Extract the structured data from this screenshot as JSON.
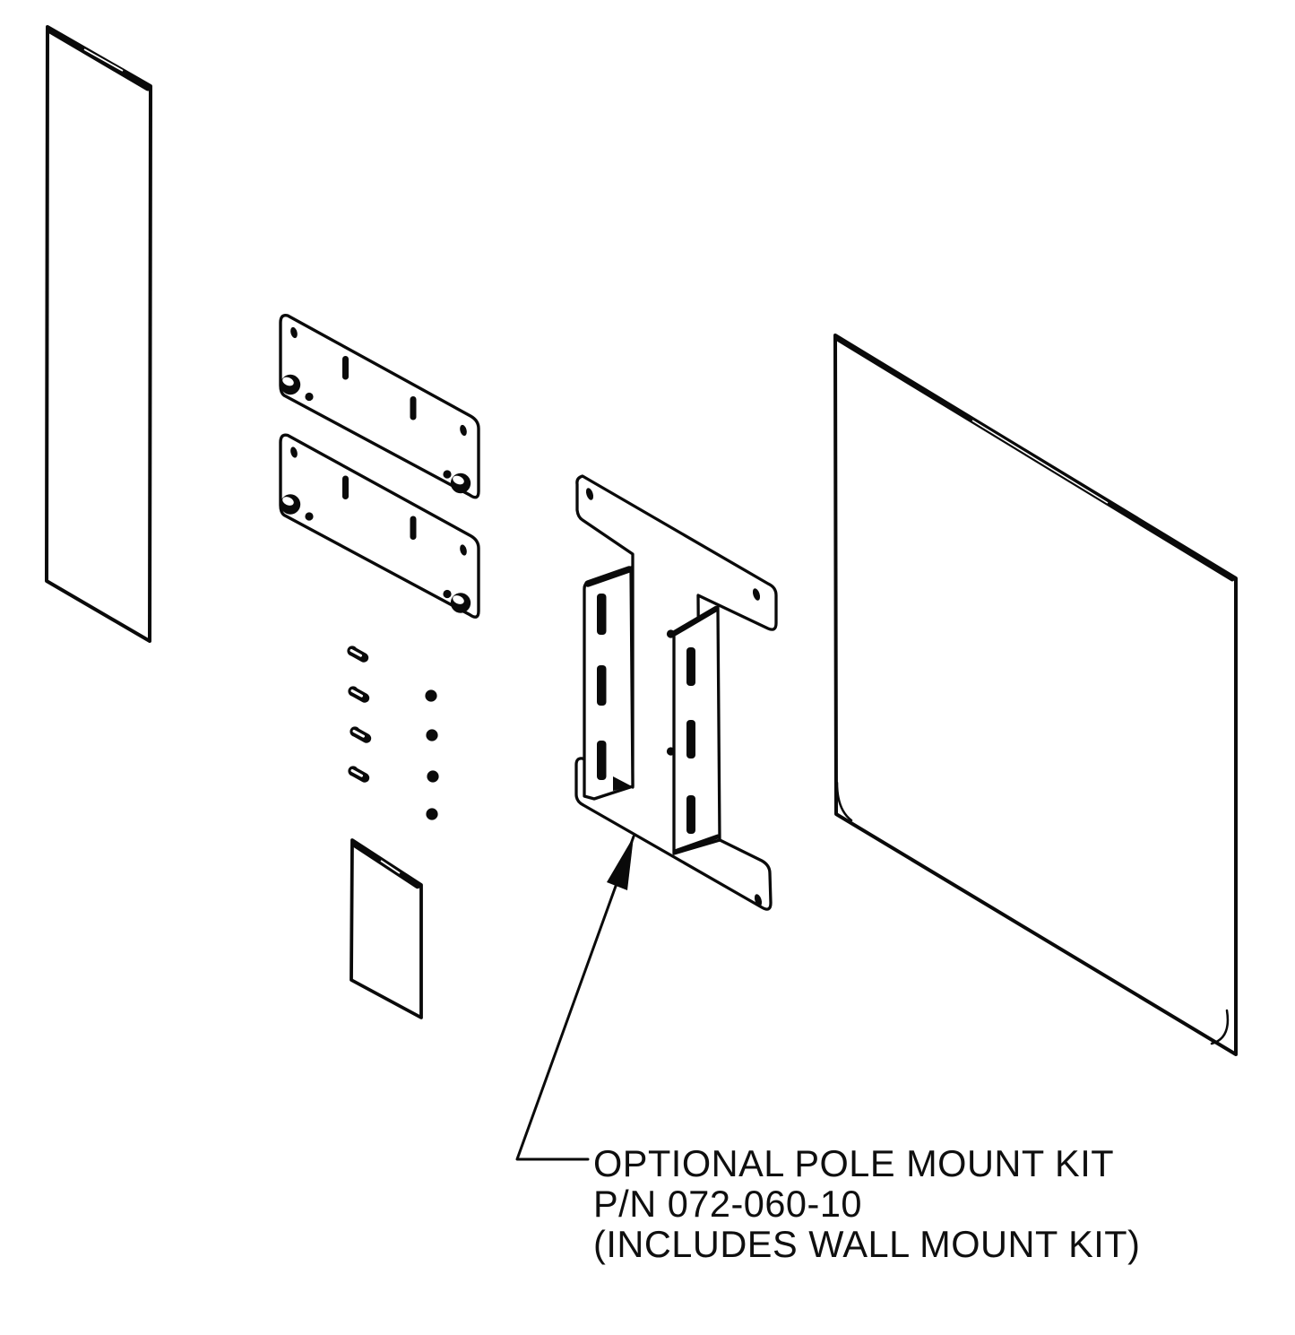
{
  "diagram": {
    "kind": "exploded-assembly-line-drawing",
    "background": "#ffffff",
    "ink": "#0a0a0a",
    "caption": {
      "line1": "OPTIONAL POLE MOUNT KIT",
      "line2": "P/N 072-060-10",
      "line3": "(INCLUDES WALL MOUNT KIT)"
    },
    "parts": [
      {
        "name": "left-cover-panel"
      },
      {
        "name": "mounting-plate-upper",
        "slots": 2,
        "holes": 4
      },
      {
        "name": "mounting-plate-lower",
        "slots": 2,
        "holes": 4
      },
      {
        "name": "screws",
        "count": 4
      },
      {
        "name": "nuts",
        "count": 4
      },
      {
        "name": "small-spacer-panel"
      },
      {
        "name": "pole-mount-bracket",
        "channels": 2,
        "slots_per_channel": 3
      },
      {
        "name": "right-cover-panel"
      }
    ]
  }
}
